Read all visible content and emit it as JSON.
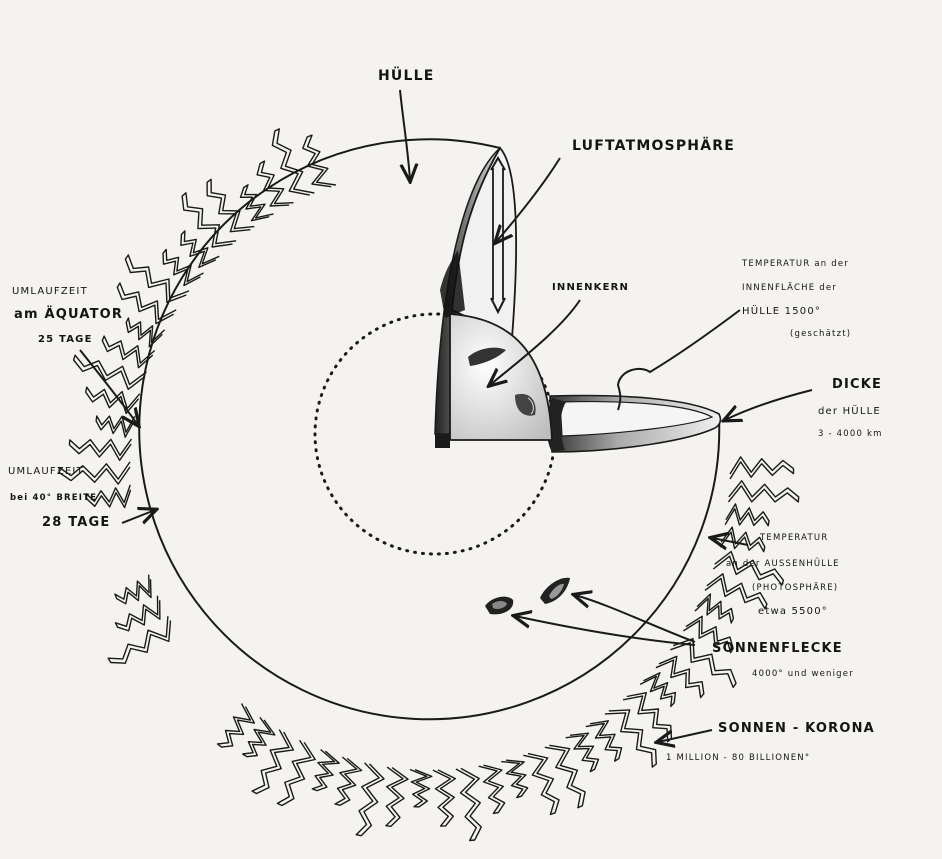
{
  "labels": {
    "huelle": "HÜLLE",
    "luftatmosphaere": "LUFTATMOSPHÄRE",
    "innenkern": "INNENKERN",
    "temp_innen": [
      "TEMPERATUR an der",
      "INNENFLÄCHE der",
      "HÜLLE 1500°",
      "(geschätzt)"
    ],
    "dicke": [
      "DICKE",
      "der HÜLLE",
      "3 - 4000 km"
    ],
    "umlauf_aequator": [
      "UMLAUFZEIT",
      "am ÄQUATOR",
      "25 TAGE"
    ],
    "umlauf_breite": [
      "UMLAUFZEIT",
      "bei 40° BREITE",
      "28 TAGE"
    ],
    "temp_aussen": [
      "TEMPERATUR",
      "an der AUSSENHÜLLE",
      "(PHOTOSPHÄRE)",
      "etwa 5500°"
    ],
    "sonnenflecke": [
      "SONNENFLECKE",
      "4000° und weniger"
    ],
    "korona": [
      "SONNEN - KORONA",
      "1 MILLION - 80 BILLIONEN°"
    ]
  },
  "colors": {
    "ink": "#1a1a1a",
    "paper": "#f4f3ef",
    "shade": "#555555"
  }
}
